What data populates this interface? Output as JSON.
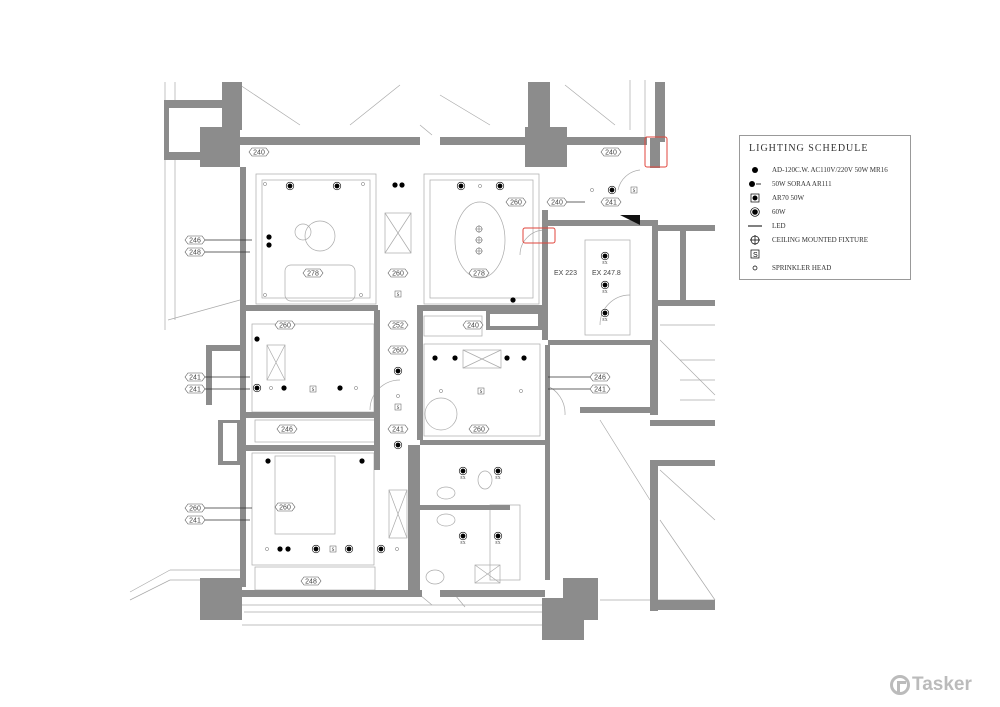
{
  "legend": {
    "title": "LIGHTING SCHEDULE",
    "items": [
      {
        "icon": "recessed-downlight-icon",
        "text": "AD-120C.W. AC110V/220V 50W MR16"
      },
      {
        "icon": "adjustable-downlight-icon",
        "text": "50W SORAA AR111"
      },
      {
        "icon": "square-spotlight-icon",
        "text": "AR70 50W"
      },
      {
        "icon": "ringed-downlight-icon",
        "text": "60W"
      },
      {
        "icon": "led-strip-icon",
        "text": "LED"
      },
      {
        "icon": "ceiling-fixture-icon",
        "text": "CEILING MOUNTED FIXTURE"
      },
      {
        "icon": "smoke-detector-icon",
        "text": ""
      },
      {
        "icon": "sprinkler-icon",
        "text": "SPRINKLER HEAD"
      }
    ]
  },
  "ceiling_heights": [
    "240",
    "240",
    "246",
    "248",
    "278",
    "260",
    "278",
    "260",
    "240",
    "260",
    "252",
    "240",
    "241",
    "241",
    "246",
    "241",
    "246",
    "241",
    "260",
    "260",
    "260",
    "241",
    "248",
    "241",
    "260"
  ],
  "area_labels": {
    "ex_corridor": "EX 223",
    "ex_kitchen": "EX 247.8"
  },
  "fixture_label": "EX",
  "smoke_label": "S",
  "watermark": "Tasker",
  "colors": {
    "wall": "#8c8c8c",
    "line": "#9a9a9a",
    "highlight": "#e0463c"
  }
}
